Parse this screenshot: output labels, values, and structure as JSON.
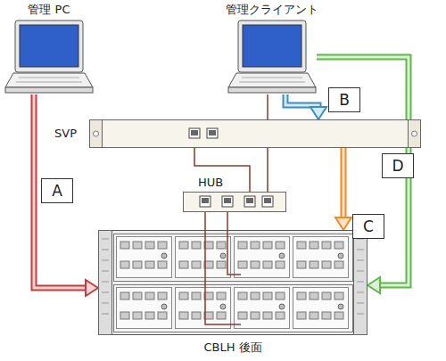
{
  "diagram": {
    "nodes": [
      {
        "text": [
          "管理 PC"
        ]
      },
      {
        "text": [
          "管理クライアント"
        ]
      },
      {
        "text": [
          "SVP"
        ]
      },
      {
        "text": [
          "HUB"
        ]
      },
      {
        "text": [
          "CBLH 後面"
        ]
      }
    ],
    "edges": [
      {
        "from": 0,
        "to": 4,
        "arrow": "to",
        "label": "A"
      },
      {
        "from": 1,
        "to": 2,
        "arrow": "to",
        "label": "B"
      },
      {
        "from": 2,
        "to": 4,
        "arrow": "to",
        "label": "C"
      },
      {
        "from": 1,
        "to": 4,
        "arrow": "to",
        "label": "D"
      },
      {
        "from": 2,
        "to": 3,
        "arrow": "none"
      },
      {
        "from": 1,
        "to": 3,
        "arrow": "none"
      },
      {
        "from": 3,
        "to": 4,
        "arrow": "none"
      },
      {
        "from": 3,
        "to": 4,
        "arrow": "none"
      }
    ]
  }
}
